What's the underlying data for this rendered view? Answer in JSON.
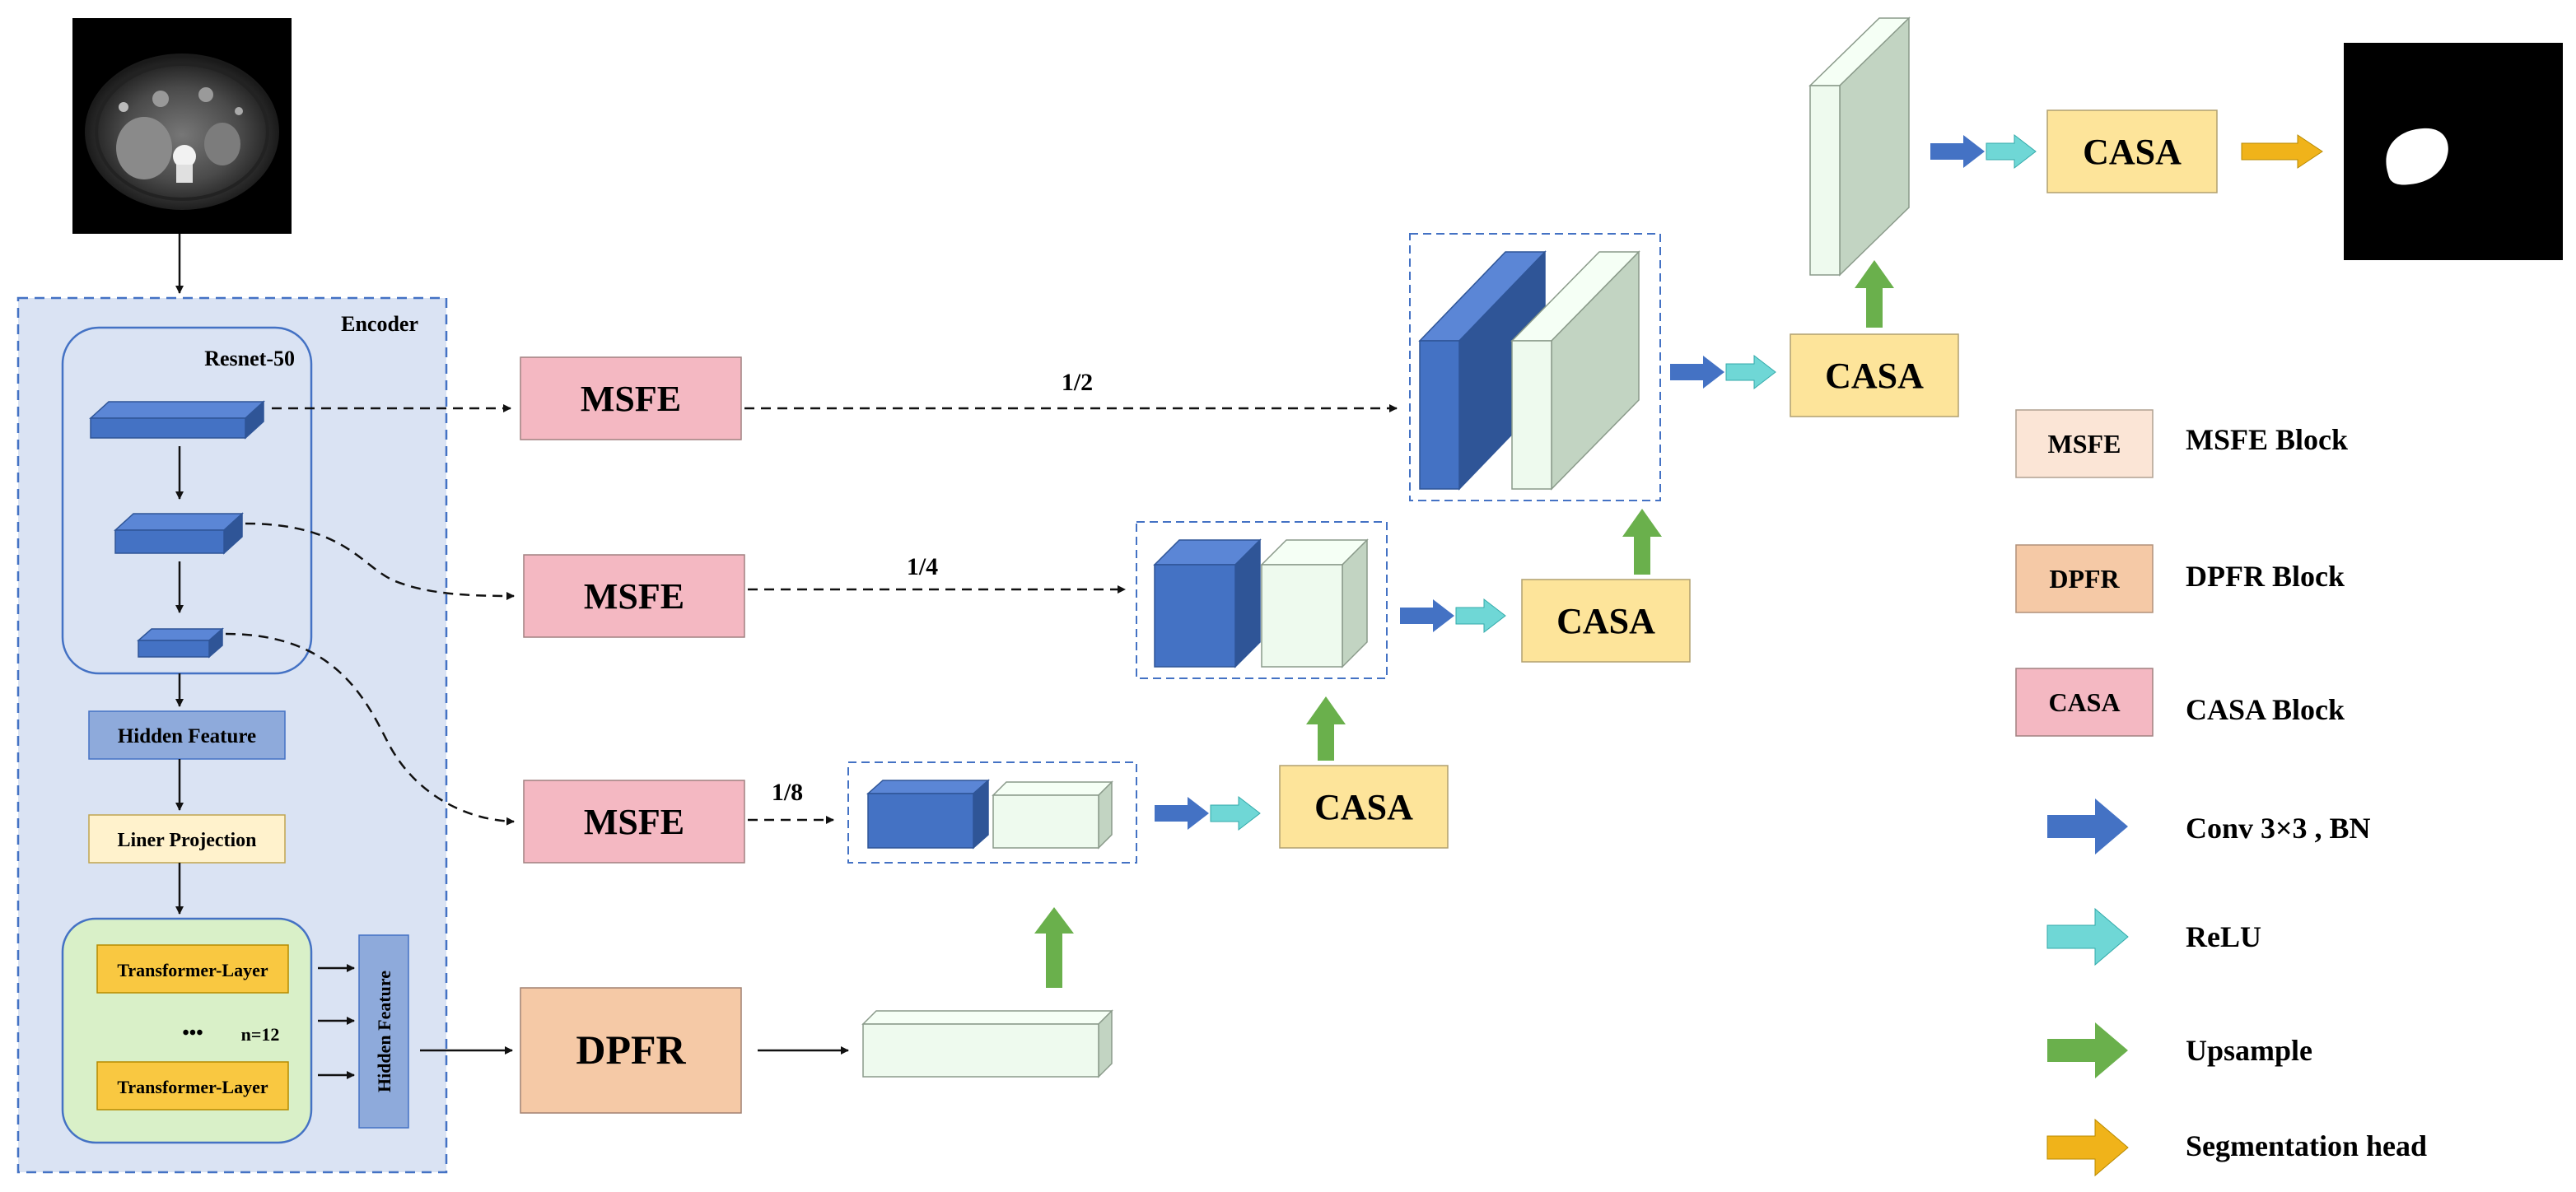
{
  "encoder": {
    "title": "Encoder",
    "resnet_label": "Resnet-50",
    "hidden_feature": "Hidden Feature",
    "liner_projection": "Liner Projection",
    "transformer_layer_1": "Transformer-Layer",
    "transformer_layer_2": "Transformer-Layer",
    "ellipsis": "•••",
    "n_label": "n=12",
    "hidden_feature_vertical": "Hidden Feature"
  },
  "blocks": {
    "msfe_1": "MSFE",
    "msfe_2": "MSFE",
    "msfe_3": "MSFE",
    "dpfr": "DPFR",
    "casa_1": "CASA",
    "casa_2": "CASA",
    "casa_3": "CASA",
    "casa_4": "CASA"
  },
  "scales": {
    "half": "1/2",
    "quarter": "1/4",
    "eighth": "1/8"
  },
  "legend": {
    "items": [
      {
        "box": "MSFE",
        "label": "MSFE Block"
      },
      {
        "box": "DPFR",
        "label": "DPFR Block"
      },
      {
        "box": "CASA",
        "label": "CASA Block"
      }
    ],
    "arrows": [
      {
        "label": "Conv 3×3 , BN"
      },
      {
        "label": "ReLU"
      },
      {
        "label": "Upsample"
      },
      {
        "label": "Segmentation head"
      }
    ]
  },
  "colors": {
    "msfe_fill": "#f4b8c2",
    "dpfr_fill": "#f5c9a6",
    "casa_fill": "#fde49a",
    "feature_blue": "#4472c4",
    "feature_green": "#eefaee",
    "encoder_bg": "#dae3f3",
    "transformer_bg": "#d9f0c8",
    "transformer_layer": "#f9c841",
    "conv_arrow": "#4472c4",
    "relu_arrow": "#6fd7d6",
    "upsample_arrow": "#6ab04c",
    "seghead_arrow": "#f0b31a"
  }
}
